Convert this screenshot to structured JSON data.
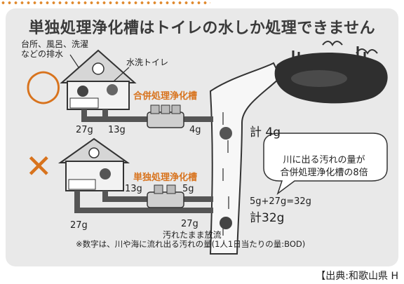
{
  "title": "単独処理浄化槽はトイレの水しか処理できません",
  "labels": {
    "kitchen_bath": "台所、風呂、洗濯",
    "kitchen_bath2": "などの排水",
    "flush_toilet": "水洗トイレ",
    "combined_tank": "合併処理浄化槽",
    "single_tank": "単独処理浄化槽",
    "dirty_release": "汚れたまま放流"
  },
  "symbols": {
    "good": "◯",
    "bad": "✕"
  },
  "values": {
    "top_27": "27g",
    "top_13": "13g",
    "top_4": "4g",
    "total_4": "計 4g",
    "mid_13": "13g",
    "mid_5": "5g",
    "bot_27": "27g",
    "bot_27b": "27g",
    "equation": "5g+27g=32g",
    "total_32": "計32g"
  },
  "bubble": {
    "line1": "川に出る汚れの量が",
    "line2": "合併処理浄化槽の8倍"
  },
  "note": "※数字は、川や海に流れ出る汚れの量(1人1日当たりの量:BOD)",
  "source": "【出典:和歌山県 H"
}
